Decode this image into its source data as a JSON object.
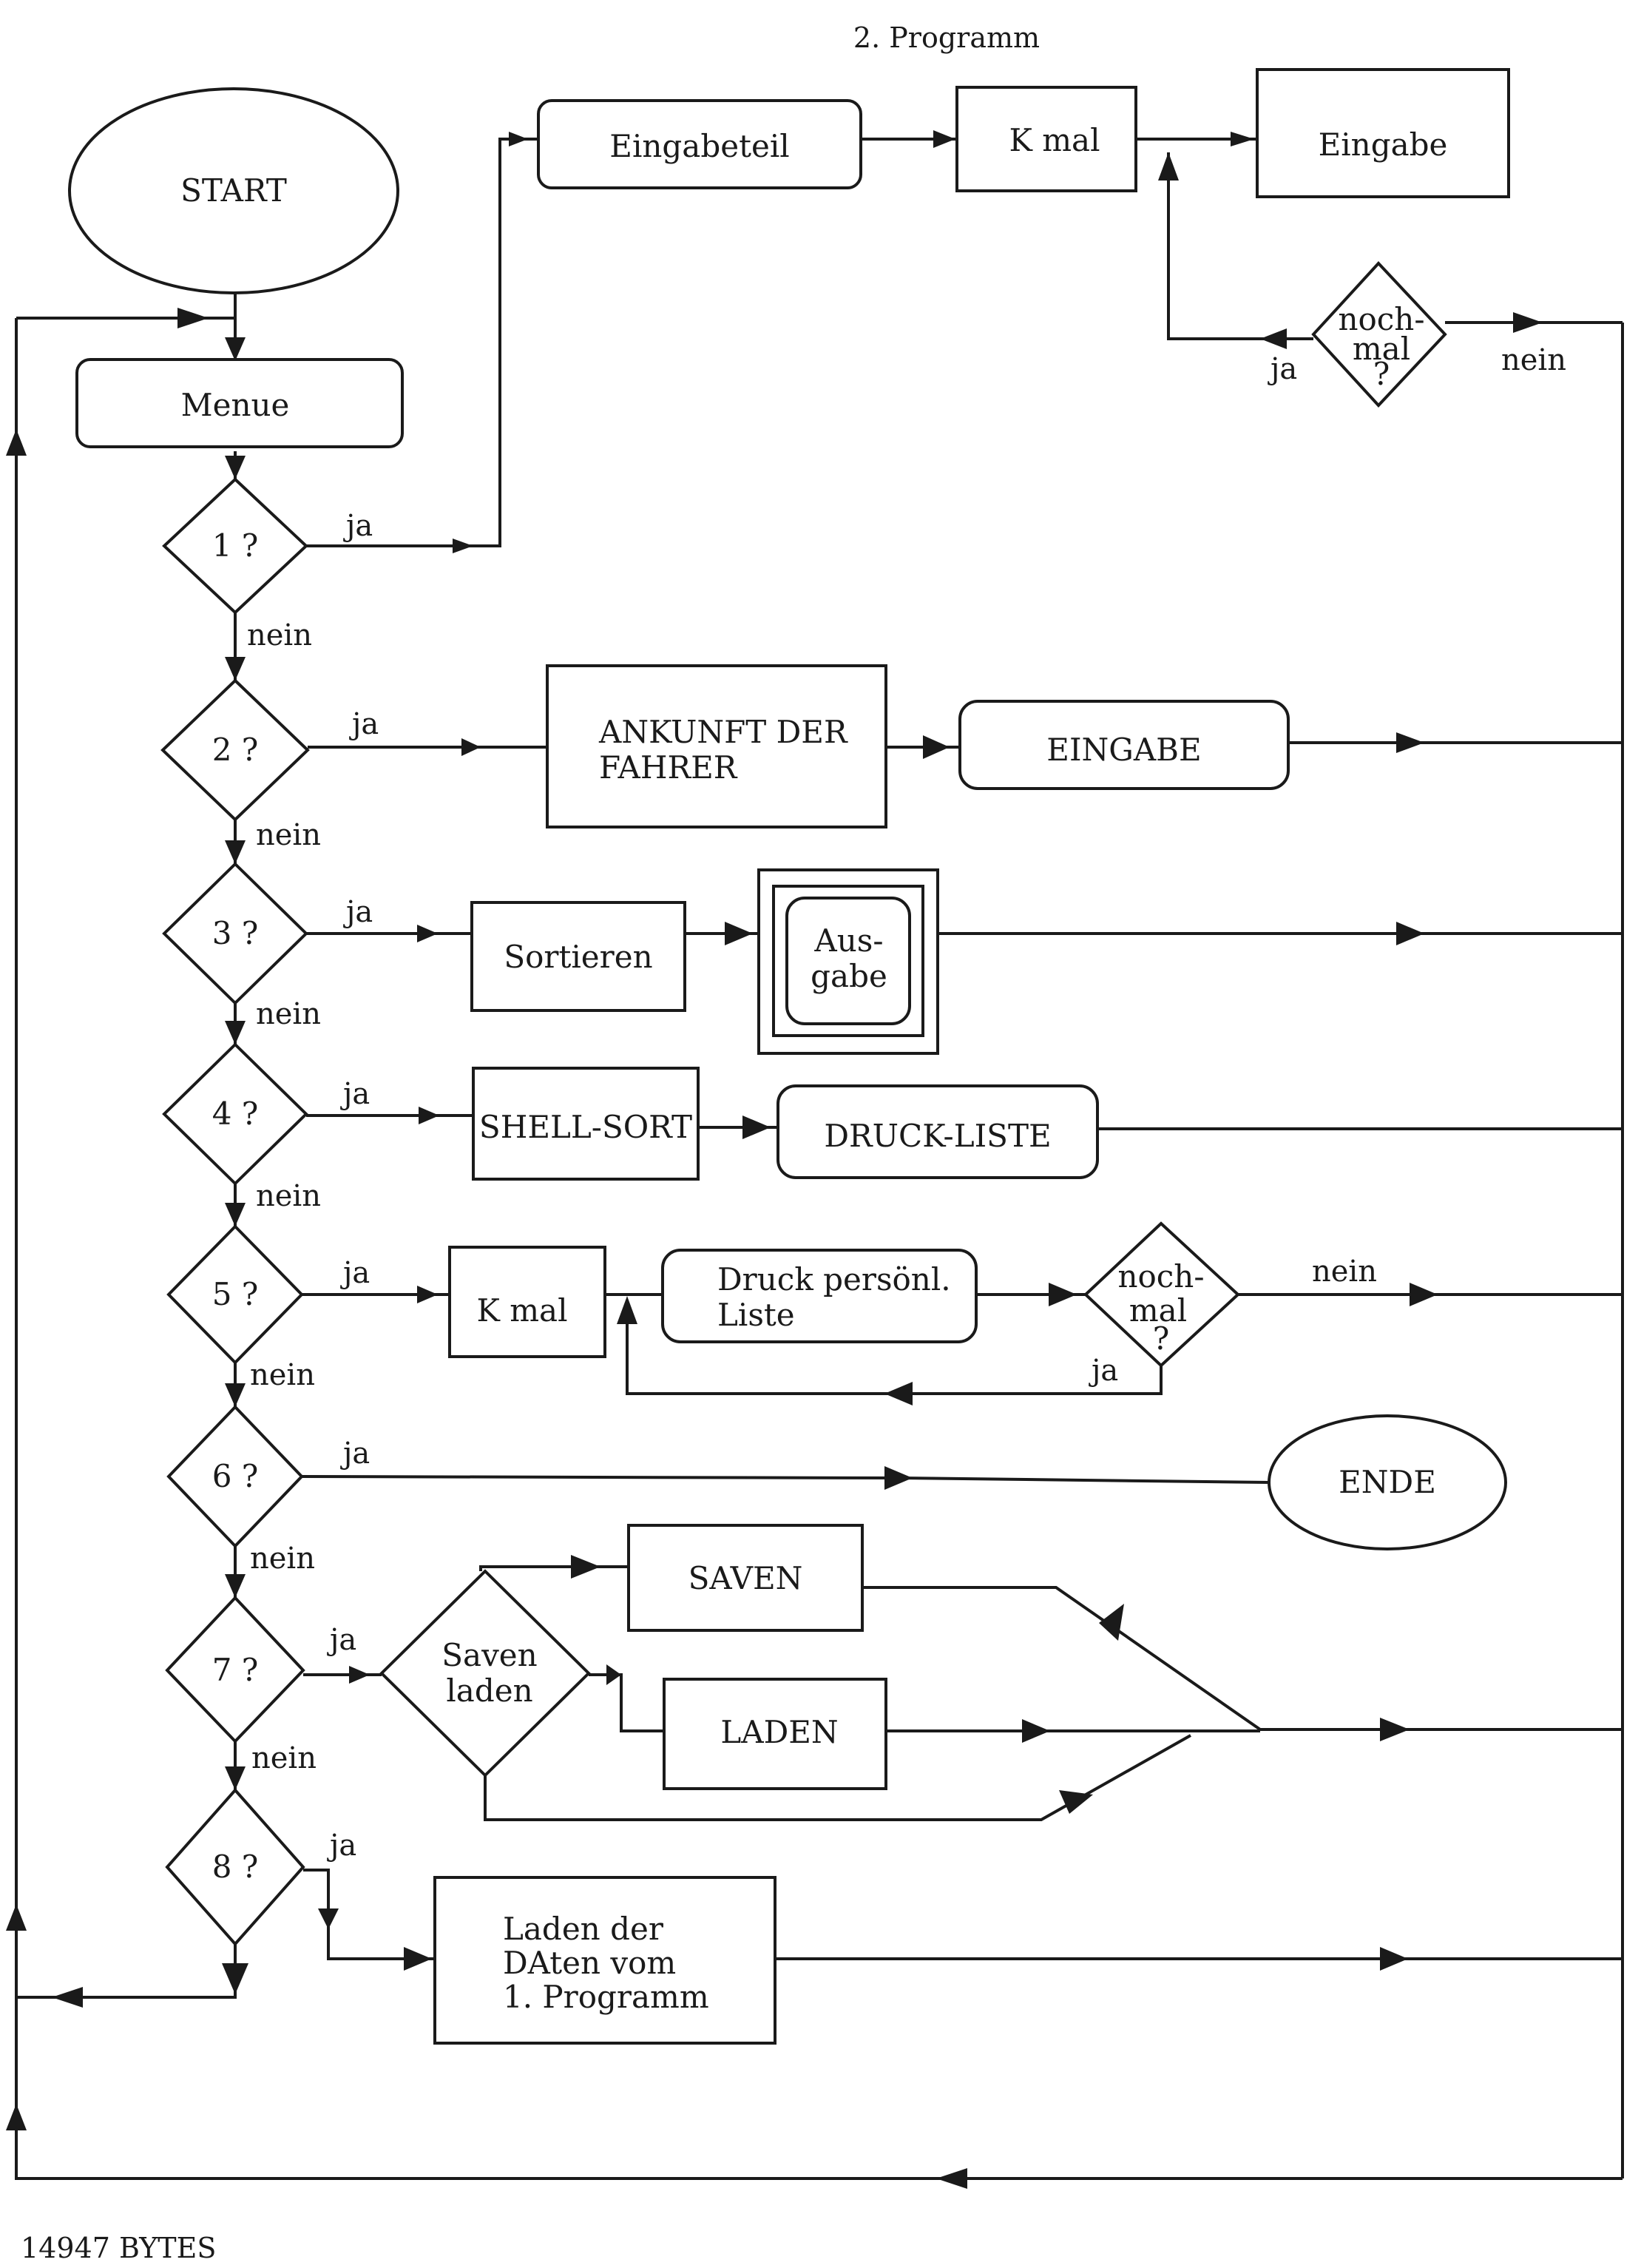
{
  "header": {
    "title": "2. Programm"
  },
  "footer": {
    "text": "14947 BYTES"
  },
  "nodes": {
    "start": "START",
    "menue": "Menue",
    "d1": "1 ?",
    "d2": "2 ?",
    "d3": "3 ?",
    "d4": "4 ?",
    "d5": "5 ?",
    "d6": "6 ?",
    "d7": "7 ?",
    "d8": "8 ?",
    "eingabeteil": "Eingabeteil",
    "kmal_top": "K mal",
    "eingabe_top": "Eingabe",
    "nochmal_top": [
      "noch-",
      "mal",
      "?"
    ],
    "ankunft": [
      "ANKUNFT DER",
      "FAHRER"
    ],
    "eingabe2": "EINGABE",
    "sortieren": "Sortieren",
    "ausgabe": [
      "Aus-",
      "gabe"
    ],
    "shellsort": "SHELL-SORT",
    "druckliste": "DRUCK-LISTE",
    "kmal5": "K mal",
    "druckpers": [
      "Druck persönl.",
      "Liste"
    ],
    "nochmal5": [
      "noch-",
      "mal",
      "?"
    ],
    "ende": "ENDE",
    "saven": "SAVEN",
    "savenladen": [
      "Saven",
      "laden"
    ],
    "laden": "LADEN",
    "ladendaten": [
      "Laden der",
      "DAten vom",
      "1. Programm"
    ]
  },
  "labels": {
    "ja": "ja",
    "nein": "nein"
  }
}
